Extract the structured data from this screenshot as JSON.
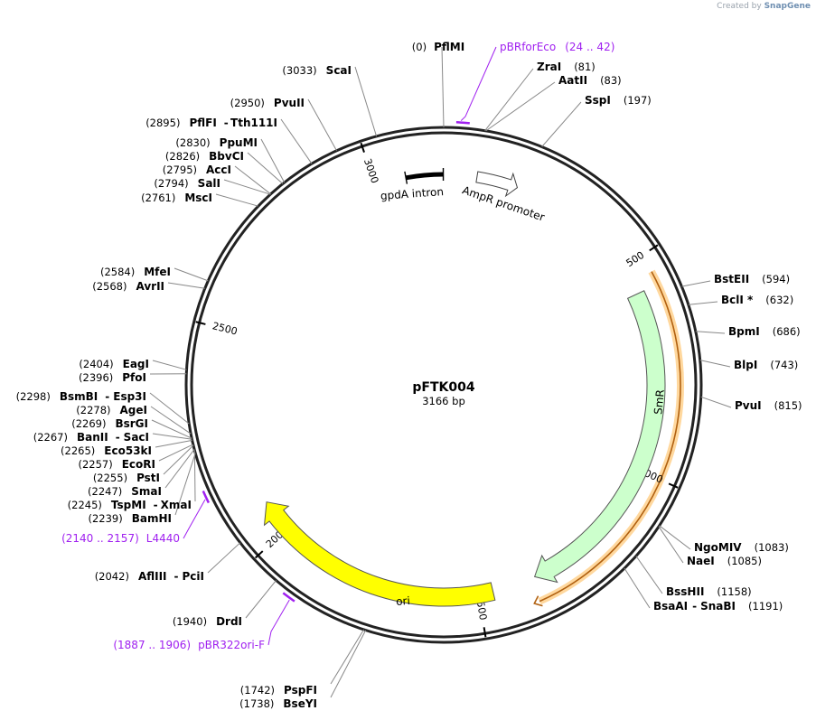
{
  "watermark": {
    "prefix": "Created by",
    "brand": "SnapGene"
  },
  "plasmid": {
    "name": "pFTK004",
    "length_label": "3166 bp",
    "length": 3166
  },
  "ticks": [
    {
      "bp": 500,
      "label": "500"
    },
    {
      "bp": 1000,
      "label": "1000"
    },
    {
      "bp": 1500,
      "label": "1500"
    },
    {
      "bp": 2000,
      "label": "2000"
    },
    {
      "bp": 2500,
      "label": "2500"
    },
    {
      "bp": 3000,
      "label": "3000"
    }
  ],
  "features": [
    {
      "name": "gpdA intron",
      "start": 3075,
      "end": 3165,
      "type": "bar",
      "color": "#000000"
    },
    {
      "name": "AmpR promoter",
      "start": 80,
      "end": 180,
      "type": "arrow",
      "direction": "cw",
      "color": "#ffffff"
    },
    {
      "name": "SmR",
      "start": 570,
      "end": 1360,
      "type": "arrow",
      "direction": "cw",
      "color": "#ccffcc"
    },
    {
      "name": "ori",
      "start": 1465,
      "end": 2080,
      "type": "arrow",
      "direction": "ccw",
      "color": "#ffff00"
    }
  ],
  "orf": {
    "start": 540,
    "end": 1385,
    "color": "#ffd89e",
    "stroke": "#b06010"
  },
  "enzymes": [
    {
      "name": "PflMI",
      "pos": "(0)",
      "bp": 0
    },
    {
      "name": "ZraI",
      "pos": "(81)",
      "bp": 81
    },
    {
      "name": "AatII",
      "pos": "(83)",
      "bp": 83
    },
    {
      "name": "SspI",
      "pos": "(197)",
      "bp": 197
    },
    {
      "name": "BstEII",
      "pos": "(594)",
      "bp": 594
    },
    {
      "name": "BclI *",
      "pos": "(632)",
      "bp": 632
    },
    {
      "name": "BpmI",
      "pos": "(686)",
      "bp": 686
    },
    {
      "name": "BlpI",
      "pos": "(743)",
      "bp": 743
    },
    {
      "name": "PvuI",
      "pos": "(815)",
      "bp": 815
    },
    {
      "name": "NgoMIV",
      "pos": "(1083)",
      "bp": 1083
    },
    {
      "name": "NaeI",
      "pos": "(1085)",
      "bp": 1085
    },
    {
      "name": "BssHII",
      "pos": "(1158)",
      "bp": 1158
    },
    {
      "name": "BsaAI",
      "name2": "SnaBI",
      "pos": "(1191)",
      "bp": 1191
    },
    {
      "name": "PspFI",
      "pos": "(1742)",
      "bp": 1742
    },
    {
      "name": "BseYI",
      "pos": "(1738)",
      "bp": 1738
    },
    {
      "name": "DrdI",
      "pos": "(1940)",
      "bp": 1940
    },
    {
      "name": "AflIII",
      "name2": "PciI",
      "pos": "(2042)",
      "bp": 2042
    },
    {
      "name": "BamHI",
      "pos": "(2239)",
      "bp": 2239
    },
    {
      "name": "TspMI",
      "name2": "XmaI",
      "pos": "(2245)",
      "bp": 2245
    },
    {
      "name": "SmaI",
      "pos": "(2247)",
      "bp": 2247
    },
    {
      "name": "PstI",
      "pos": "(2255)",
      "bp": 2255
    },
    {
      "name": "EcoRI",
      "pos": "(2257)",
      "bp": 2257
    },
    {
      "name": "Eco53kI",
      "pos": "(2265)",
      "bp": 2265
    },
    {
      "name": "BanII",
      "name2": "SacI",
      "pos": "(2267)",
      "bp": 2267
    },
    {
      "name": "BsrGI",
      "pos": "(2269)",
      "bp": 2269
    },
    {
      "name": "AgeI",
      "pos": "(2278)",
      "bp": 2278
    },
    {
      "name": "BsmBI",
      "name2": "Esp3I",
      "pos": "(2298)",
      "bp": 2298
    },
    {
      "name": "PfoI",
      "pos": "(2396)",
      "bp": 2396
    },
    {
      "name": "EagI",
      "pos": "(2404)",
      "bp": 2404
    },
    {
      "name": "AvrII",
      "pos": "(2568)",
      "bp": 2568
    },
    {
      "name": "MfeI",
      "pos": "(2584)",
      "bp": 2584
    },
    {
      "name": "MscI",
      "pos": "(2761)",
      "bp": 2761
    },
    {
      "name": "SalI",
      "pos": "(2794)",
      "bp": 2794
    },
    {
      "name": "AccI",
      "pos": "(2795)",
      "bp": 2795
    },
    {
      "name": "BbvCI",
      "pos": "(2826)",
      "bp": 2826
    },
    {
      "name": "PpuMI",
      "pos": "(2830)",
      "bp": 2830
    },
    {
      "name": "PflFI",
      "name2": "Tth111I",
      "pos": "(2895)",
      "bp": 2895
    },
    {
      "name": "PvuII",
      "pos": "(2950)",
      "bp": 2950
    },
    {
      "name": "ScaI",
      "pos": "(3033)",
      "bp": 3033
    }
  ],
  "primers": [
    {
      "name": "pBRforEco",
      "range": "(24 .. 42)",
      "start": 24,
      "end": 42
    },
    {
      "name": "L4440",
      "range": "(2140 .. 2157)",
      "start": 2140,
      "end": 2157
    },
    {
      "name": "pBR322ori-F",
      "range": "(1887 .. 1906)",
      "start": 1887,
      "end": 1906
    }
  ]
}
